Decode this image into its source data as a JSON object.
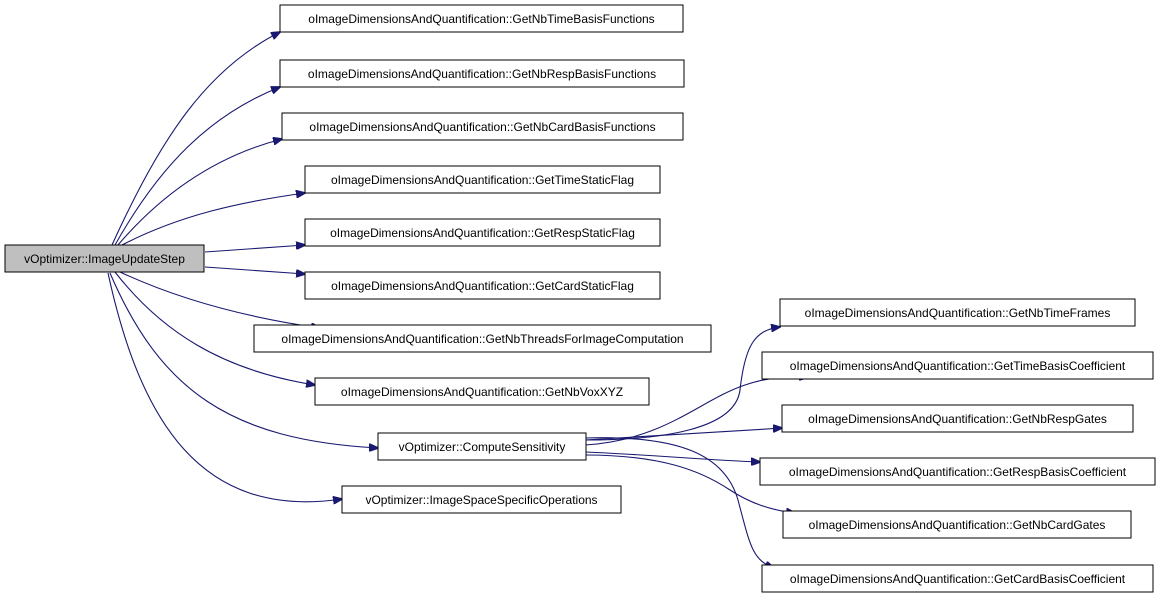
{
  "colors": {
    "edge": "#191970",
    "root_fill": "#bfbfbf",
    "node_fill": "#ffffff",
    "border": "#000000"
  },
  "nodes": {
    "root": "vOptimizer::ImageUpdateStep",
    "get_nb_time_basis_functions": "oImageDimensionsAndQuantification::GetNbTimeBasisFunctions",
    "get_nb_resp_basis_functions": "oImageDimensionsAndQuantification::GetNbRespBasisFunctions",
    "get_nb_card_basis_functions": "oImageDimensionsAndQuantification::GetNbCardBasisFunctions",
    "get_time_static_flag": "oImageDimensionsAndQuantification::GetTimeStaticFlag",
    "get_resp_static_flag": "oImageDimensionsAndQuantification::GetRespStaticFlag",
    "get_card_static_flag": "oImageDimensionsAndQuantification::GetCardStaticFlag",
    "get_nb_threads_for_image_computation": "oImageDimensionsAndQuantification::GetNbThreadsForImageComputation",
    "get_nb_vox_xyz": "oImageDimensionsAndQuantification::GetNbVoxXYZ",
    "compute_sensitivity": "vOptimizer::ComputeSensitivity",
    "image_space_specific_operations": "vOptimizer::ImageSpaceSpecificOperations",
    "get_nb_time_frames": "oImageDimensionsAndQuantification::GetNbTimeFrames",
    "get_time_basis_coefficient": "oImageDimensionsAndQuantification::GetTimeBasisCoefficient",
    "get_nb_resp_gates": "oImageDimensionsAndQuantification::GetNbRespGates",
    "get_resp_basis_coefficient": "oImageDimensionsAndQuantification::GetRespBasisCoefficient",
    "get_nb_card_gates": "oImageDimensionsAndQuantification::GetNbCardGates",
    "get_card_basis_coefficient": "oImageDimensionsAndQuantification::GetCardBasisCoefficient"
  }
}
